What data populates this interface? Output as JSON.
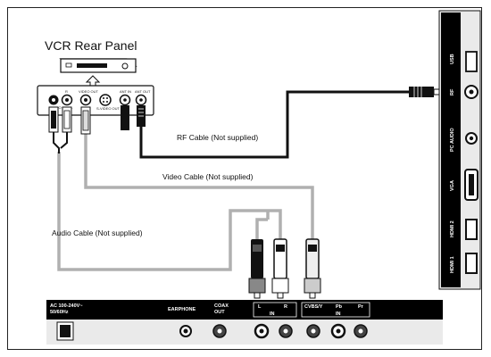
{
  "vcr": {
    "title": "VCR Rear Panel",
    "ports": {
      "audio_l": "AUDIO OUT L",
      "audio_r": "R",
      "video_out": "VIDEO OUT",
      "svideo_out": "S-VIDEO OUT",
      "rf_in": "ANT IN",
      "rf_out": "ANT OUT"
    }
  },
  "cables": {
    "rf": "RF Cable (Not supplied)",
    "video": "Video Cable (Not supplied)",
    "audio": "Audio Cable (Not supplied)"
  },
  "tv_side": {
    "usb": "USB",
    "rf": "RF",
    "pc_audio": "PC AUDIO",
    "vga": "VGA",
    "hdmi2": "HDMI 2",
    "hdmi1": "HDMI 1"
  },
  "tv_bottom": {
    "ac": "AC 100-240V~",
    "ac_freq": "50/60Hz",
    "earphone": "EARPHONE",
    "coax": "COAX",
    "coax2": "OUT",
    "l": "L",
    "r": "R",
    "in": "IN",
    "cvbs": "CVBS/Y",
    "pb": "Pb",
    "pr": "Pr",
    "in2": "IN"
  }
}
